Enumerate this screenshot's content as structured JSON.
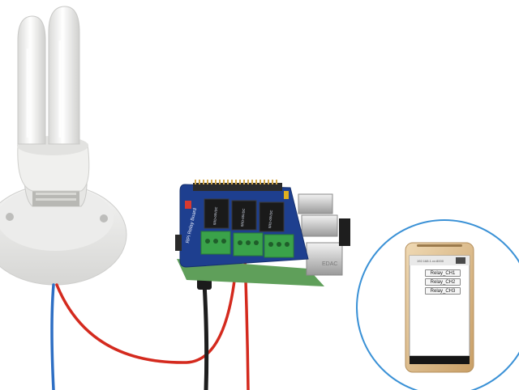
{
  "phone": {
    "url_text": "192.168.1.xx:8000",
    "buttons": [
      "Relay_CH1",
      "Relay_CH2",
      "Relay_CH3"
    ]
  },
  "board": {
    "hat_label": "RPi Relay Board",
    "relay_text": [
      "SRD-05VDC",
      "SRD-05VDC",
      "SRD-05VDC"
    ],
    "usb_label": "EDAC"
  },
  "colors": {
    "pcb": "#1e3f8f",
    "terminal": "#3aa24a",
    "wire_red": "#d42a1e",
    "wire_blue": "#2e6fc4",
    "phone_gold": "#d8b98a",
    "bulb": "#f4f4f2",
    "circle": "#3a91d6"
  }
}
